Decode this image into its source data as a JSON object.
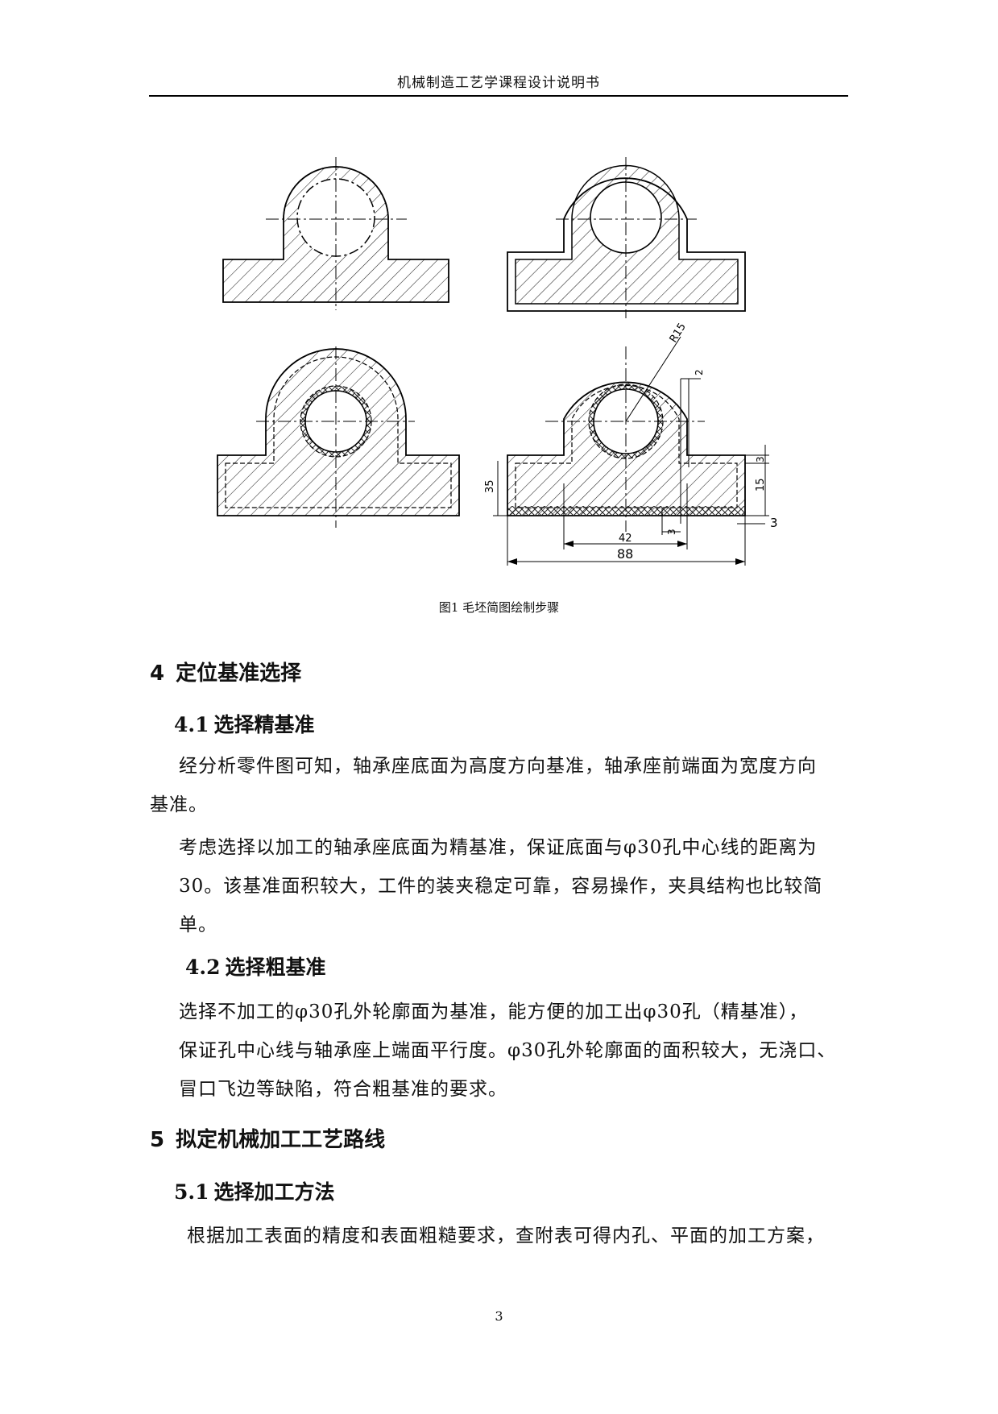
{
  "header": {
    "title": "机械制造工艺学课程设计说明书"
  },
  "figure": {
    "caption": "图1  毛坯简图绘制步骤",
    "dimensions": {
      "radius": "R15",
      "offset": "2",
      "height_35": "35",
      "height_15": "15",
      "allowance_top": "3",
      "allowance_side": "3",
      "allowance_bottom": "3",
      "width_42": "42",
      "width_88": "88"
    }
  },
  "sections": [
    {
      "number": "4",
      "title": "定位基准选择",
      "subsections": [
        {
          "number": "4.1",
          "title": "选择精基准",
          "paragraphs": [
            [
              "经分析零件图可知，轴承座底面为高度方向基准，轴承座前端面为宽度方向",
              "基准。"
            ],
            [
              "考虑选择以加工的轴承座底面为精基准，保证底面与φ30孔中心线的距离为",
              "30。该基准面积较大，工件的装夹稳定可靠，容易操作，夹具结构也比较简",
              "单。"
            ]
          ]
        },
        {
          "number": "4.2",
          "title": "选择粗基准",
          "paragraphs": [
            [
              "选择不加工的φ30孔外轮廓面为基准，能方便的加工出φ30孔（精基准），",
              "保证孔中心线与轴承座上端面平行度。φ30孔外轮廓面的面积较大，无浇口、",
              "冒口飞边等缺陷，符合粗基准的要求。"
            ]
          ]
        }
      ]
    },
    {
      "number": "5",
      "title": "拟定机械加工工艺路线",
      "subsections": [
        {
          "number": "5.1",
          "title": "选择加工方法",
          "paragraphs": [
            [
              "根据加工表面的精度和表面粗糙要求，查附表可得内孔、平面的加工方案，"
            ]
          ]
        }
      ]
    }
  ],
  "page_number": "3"
}
